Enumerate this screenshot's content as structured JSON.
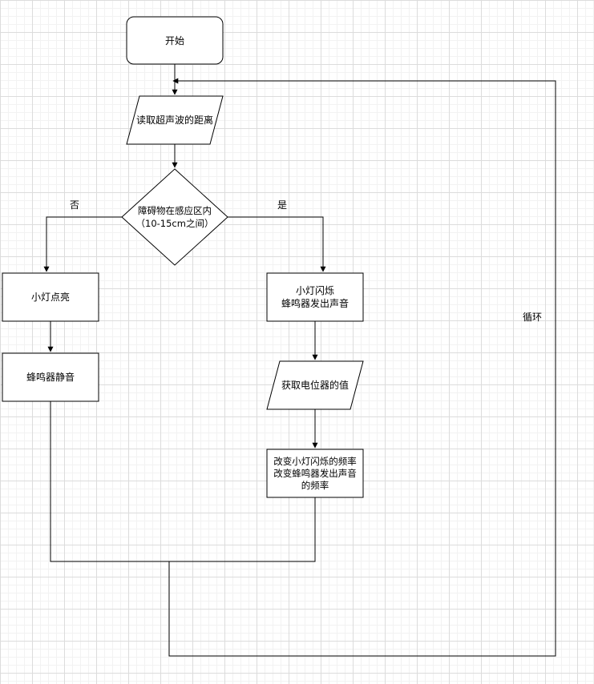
{
  "nodes": {
    "start": "开始",
    "read_ultrasonic": "读取超声波的距离",
    "decision": "障碍物在感应区内\n（10-15cm之间）",
    "light_on": "小灯点亮",
    "buzzer_mute": "蜂鸣器静音",
    "light_blink_buzz": "小灯闪烁\n蜂鸣器发出声音",
    "read_pot": "获取电位器的值",
    "change_freq": "改变小灯闪烁的频率\n改变蜂鸣器发出声音\n的频率"
  },
  "edges": {
    "no": "否",
    "yes": "是",
    "loop": "循环"
  },
  "colors": {
    "stroke": "#000000",
    "fill": "#ffffff"
  }
}
